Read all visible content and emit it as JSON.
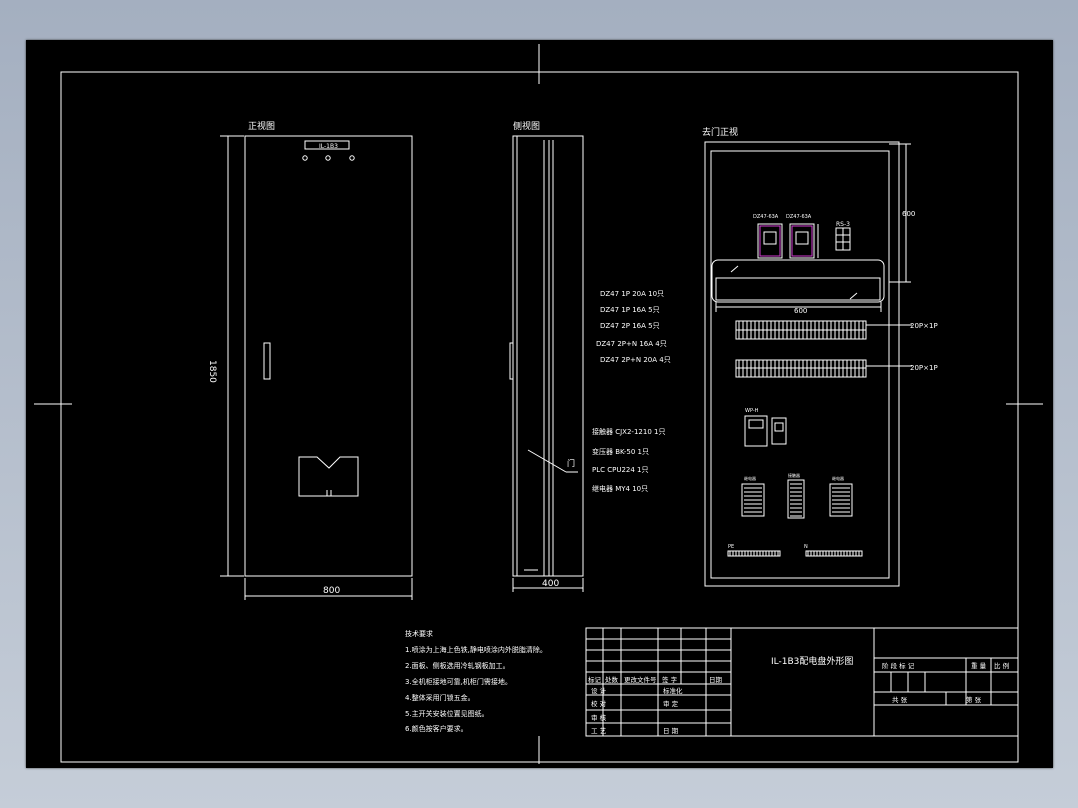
{
  "colors": {
    "background": "#000000",
    "line": "#ffffff",
    "accent": "#d23cd2",
    "viewport": "#a7b1c1"
  },
  "front_view": {
    "title": "正视图",
    "nameplate": "IL-1B3",
    "height_dim": "1850",
    "width_dim": "800"
  },
  "side_view": {
    "title": "侧视图",
    "width_dim": "400",
    "label_door": "门"
  },
  "inner_view": {
    "title": "去门正视",
    "dim_600_v": "600",
    "dim_600_h": "600",
    "breaker_labels": [
      "DZ47-63A",
      "DZ47-63A"
    ],
    "relay_block_label": "RS-3",
    "terminal_label_1": "20P×1P",
    "terminal_label_2": "20P×1P",
    "meter_label": "WP-H",
    "group_labels": [
      "继电器",
      "接触器",
      "继电器"
    ],
    "bottom_label_1": "PE",
    "bottom_label_2": "N"
  },
  "component_list": [
    "DZ47 1P 20A 10只",
    "DZ47 1P 16A 5只",
    "DZ47 2P 16A 5只",
    "DZ47 2P+N 16A 4只",
    "DZ47 2P+N 20A 4只"
  ],
  "device_list": [
    "接触器 CJX2-1210 1只",
    "变压器 BK-50 1只",
    "PLC CPU224 1只",
    "继电器 MY4 10只"
  ],
  "tech_notes": {
    "title": "技术要求",
    "items": [
      "1.喷涂为上海上色铁,静电喷涂内外脱脂清除。",
      "2.面板、侧板选用冷轧钢板加工。",
      "3.全机柜接地可靠,机柜门需接地。",
      "4.整体采用门锁五金。",
      "5.主开关安装位置见图纸。",
      "6.颜色按客户要求。"
    ]
  },
  "title_block": {
    "drawing_title": "IL-1B3配电盘外形图",
    "row_labels": [
      "标记",
      "处数",
      "更改文件号",
      "签 字",
      "日期"
    ],
    "left_labels": [
      "设 计",
      "标准化",
      "校 对",
      "审 定",
      "审 核",
      "工 艺",
      "日 期"
    ],
    "right_top": [
      "阶 段 标 记",
      "重 量",
      "比 例"
    ],
    "right_bottom": [
      "共 张",
      "第 张"
    ]
  }
}
